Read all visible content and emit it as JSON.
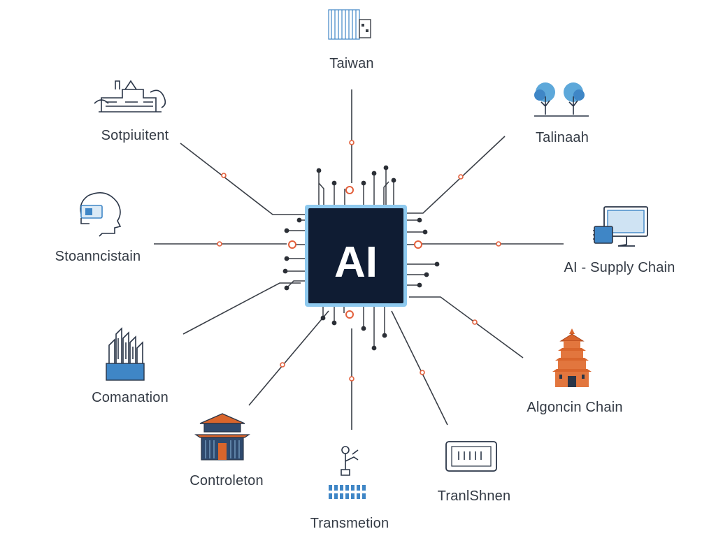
{
  "center": {
    "label": "AI"
  },
  "nodes": [
    {
      "id": "top",
      "label": "Taiwan",
      "icon": "server-rack-icon"
    },
    {
      "id": "top-right",
      "label": "Talinaah",
      "icon": "trees-icon"
    },
    {
      "id": "right",
      "label": "AI - Supply Chain",
      "icon": "computer-monitor-icon"
    },
    {
      "id": "bottom-right",
      "label": "Algoncin Chain",
      "icon": "pagoda-icon"
    },
    {
      "id": "bottom",
      "label": "Transmetion",
      "icon": "robot-arm-icon"
    },
    {
      "id": "bottom-right-2",
      "label": "TranlShnen",
      "icon": "display-screen-icon"
    },
    {
      "id": "bottom-left",
      "label": "Controleton",
      "icon": "temple-icon"
    },
    {
      "id": "left-lower",
      "label": "Comanation",
      "icon": "city-buildings-icon"
    },
    {
      "id": "left",
      "label": "Stoanncistain",
      "icon": "head-profile-icon"
    },
    {
      "id": "top-left",
      "label": "Sotpiuitent",
      "icon": "factory-icon"
    }
  ],
  "colors": {
    "chip": "#0f1c33",
    "chip_glow": "#8ec9ee",
    "line": "#3a3f47",
    "dot": "#2b2f36",
    "accent": "#e3603c",
    "icon_blue": "#3f86c6",
    "icon_dark": "#2a3547",
    "icon_orange": "#d9652c"
  }
}
